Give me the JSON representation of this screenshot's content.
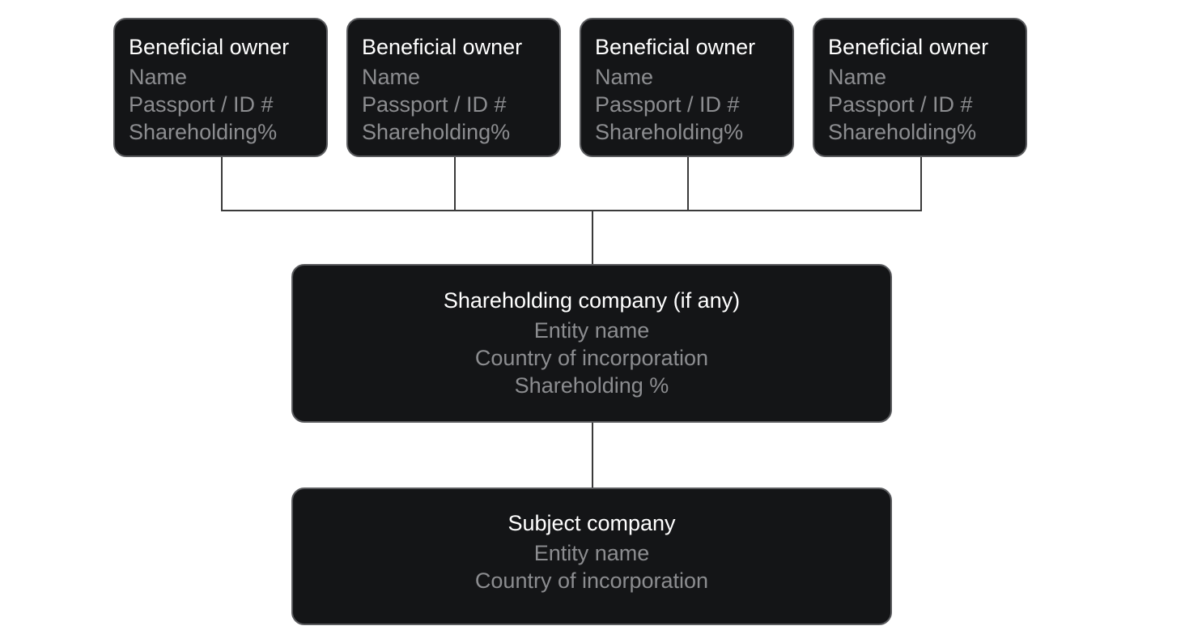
{
  "colors": {
    "box_fill": "#141517",
    "box_border": "#5a5b5e",
    "title_text": "#ffffff",
    "field_text": "#8c8d90",
    "connector": "#3a3a3a"
  },
  "owners": [
    {
      "title": "Beneficial owner",
      "fields": [
        "Name",
        "Passport / ID #",
        "Shareholding%"
      ]
    },
    {
      "title": "Beneficial owner",
      "fields": [
        "Name",
        "Passport / ID #",
        "Shareholding%"
      ]
    },
    {
      "title": "Beneficial owner",
      "fields": [
        "Name",
        "Passport / ID #",
        "Shareholding%"
      ]
    },
    {
      "title": "Beneficial owner",
      "fields": [
        "Name",
        "Passport / ID #",
        "Shareholding%"
      ]
    }
  ],
  "shareholding_company": {
    "title": "Shareholding company (if any)",
    "fields": [
      "Entity name",
      "Country of incorporation",
      "Shareholding %"
    ]
  },
  "subject_company": {
    "title": "Subject company",
    "fields": [
      "Entity name",
      "Country of incorporation"
    ]
  }
}
